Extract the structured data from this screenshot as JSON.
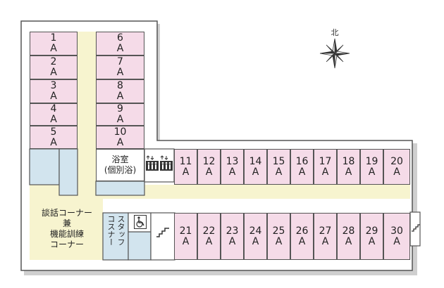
{
  "compass": {
    "north_label": "北"
  },
  "colors": {
    "room": "#f5dbe8",
    "corridor": "#f7f4cf",
    "bath_area": "#d2e4ee",
    "outline": "#555555"
  },
  "rooms_west_left": [
    {
      "num": "1",
      "type": "A"
    },
    {
      "num": "2",
      "type": "A"
    },
    {
      "num": "3",
      "type": "A"
    },
    {
      "num": "4",
      "type": "A"
    },
    {
      "num": "5",
      "type": "A"
    }
  ],
  "rooms_west_right": [
    {
      "num": "6",
      "type": "A"
    },
    {
      "num": "7",
      "type": "A"
    },
    {
      "num": "8",
      "type": "A"
    },
    {
      "num": "9",
      "type": "A"
    },
    {
      "num": "10",
      "type": "A"
    }
  ],
  "rooms_east_north": [
    {
      "num": "11",
      "type": "A"
    },
    {
      "num": "12",
      "type": "A"
    },
    {
      "num": "13",
      "type": "A"
    },
    {
      "num": "14",
      "type": "A"
    },
    {
      "num": "15",
      "type": "A"
    },
    {
      "num": "16",
      "type": "A"
    },
    {
      "num": "17",
      "type": "A"
    },
    {
      "num": "18",
      "type": "A"
    },
    {
      "num": "19",
      "type": "A"
    },
    {
      "num": "20",
      "type": "A"
    }
  ],
  "rooms_east_south": [
    {
      "num": "21",
      "type": "A"
    },
    {
      "num": "22",
      "type": "A"
    },
    {
      "num": "23",
      "type": "A"
    },
    {
      "num": "24",
      "type": "A"
    },
    {
      "num": "25",
      "type": "A"
    },
    {
      "num": "26",
      "type": "A"
    },
    {
      "num": "27",
      "type": "A"
    },
    {
      "num": "28",
      "type": "A"
    },
    {
      "num": "29",
      "type": "A"
    },
    {
      "num": "30",
      "type": "A"
    }
  ],
  "bath": {
    "line1": "浴室",
    "line2": "(個別浴)"
  },
  "lounge": {
    "line1": "談話コーナー",
    "line2": "兼",
    "line3": "機能訓練",
    "line4": "コーナー"
  },
  "staff": {
    "col1": "コスナー",
    "col2": "スタッフ"
  },
  "icons": [
    "toilet-icon",
    "toilet-icon",
    "wheelchair-icon",
    "stairs-icon",
    "stairs-icon"
  ]
}
